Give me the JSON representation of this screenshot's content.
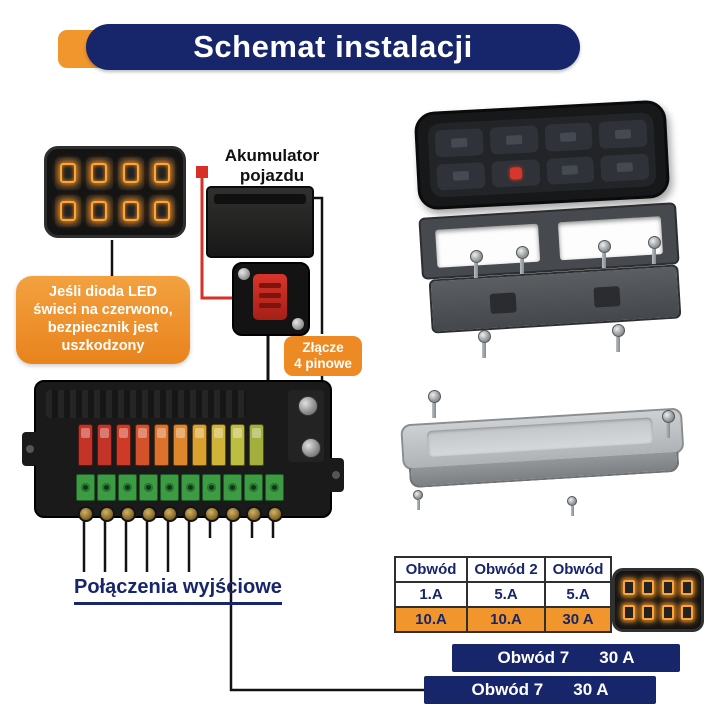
{
  "header": {
    "title": "Schemat instalacji"
  },
  "battery": {
    "label_line1": "Akumulator",
    "label_line2": "pojazdu"
  },
  "led_callout": {
    "lines": [
      "Jeśli dioda LED",
      "świeci na czerwono,",
      "bezpiecznik jest",
      "uszkodzony"
    ]
  },
  "connector_callout": {
    "line1": "Złącze",
    "line2": "4 pinowe"
  },
  "outputs_label": "Połączenia wyjściowe",
  "fuse_table": {
    "headers": [
      "Obwód",
      "Obwód 2",
      "Obwód"
    ],
    "rows": [
      {
        "cells": [
          "1.A",
          "5.A",
          "5.A"
        ],
        "highlight": false
      },
      {
        "cells": [
          "10.A",
          "10.A",
          "30 A"
        ],
        "highlight": true
      }
    ]
  },
  "circuit_bars": [
    {
      "label": "Obwód 7",
      "value": "30 A"
    },
    {
      "label": "Obwód 7",
      "value": "30 A"
    }
  ],
  "fusebox": {
    "fuse_colors": [
      "#c43327",
      "#c43327",
      "#cf3a27",
      "#d4512a",
      "#dc722c",
      "#df862d",
      "#daa12f",
      "#cfb438",
      "#bdbd42",
      "#a3af3d"
    ]
  },
  "colors": {
    "navy": "#17256b",
    "accent_orange": "#f0962c",
    "callout_orange": "#ee8a24",
    "wire_black": "#121212",
    "wire_red": "#d93025",
    "led_glow": "#ffa436"
  }
}
